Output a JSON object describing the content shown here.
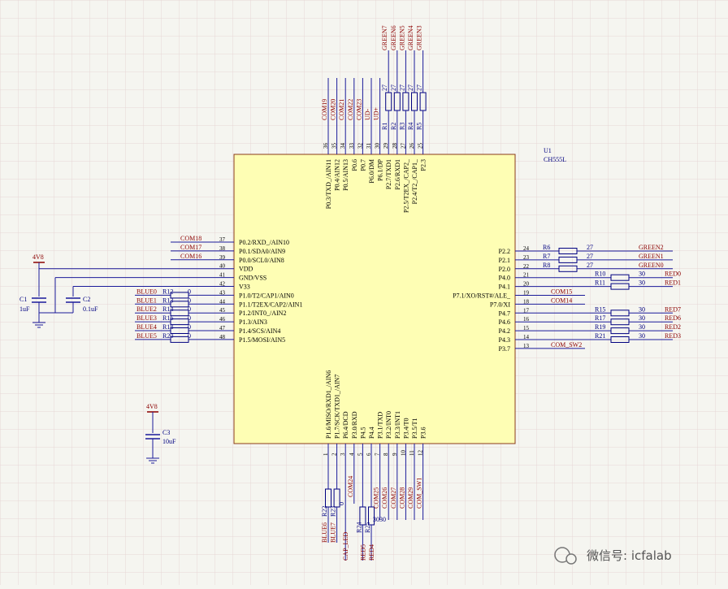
{
  "chip": {
    "ref": "U1",
    "part": "CH555L",
    "body_color": "#fefeb4",
    "left_pins": [
      {
        "num": "37",
        "name": "P0.2/RXD_/AIN10"
      },
      {
        "num": "38",
        "name": "P0.1/SDA0/AIN9"
      },
      {
        "num": "39",
        "name": "P0.0/SCL0/AIN8"
      },
      {
        "num": "40",
        "name": "VDD"
      },
      {
        "num": "41",
        "name": "GND/VSS"
      },
      {
        "num": "42",
        "name": "V33"
      },
      {
        "num": "43",
        "name": "P1.0/T2/CAP1/AIN0"
      },
      {
        "num": "44",
        "name": "P1.1/T2EX/CAP2/AIN1"
      },
      {
        "num": "45",
        "name": "P1.2/INT0_/AIN2"
      },
      {
        "num": "46",
        "name": "P1.3/AIN3"
      },
      {
        "num": "47",
        "name": "P1.4/SCS/AIN4"
      },
      {
        "num": "48",
        "name": "P1.5/MOSI/AIN5"
      }
    ],
    "right_pins": [
      {
        "num": "24",
        "name": "P2.2"
      },
      {
        "num": "23",
        "name": "P2.1"
      },
      {
        "num": "22",
        "name": "P2.0"
      },
      {
        "num": "21",
        "name": "P4.0"
      },
      {
        "num": "20",
        "name": "P4.1"
      },
      {
        "num": "19",
        "name": "P7.1/XO/RST#/ALE_"
      },
      {
        "num": "18",
        "name": "P7.0/XI"
      },
      {
        "num": "17",
        "name": "P4.7"
      },
      {
        "num": "16",
        "name": "P4.6"
      },
      {
        "num": "15",
        "name": "P4.2"
      },
      {
        "num": "14",
        "name": "P4.3"
      },
      {
        "num": "13",
        "name": "P3.7"
      }
    ],
    "top_pins": [
      {
        "num": "36",
        "name": "P0.3/TXD_/AIN11"
      },
      {
        "num": "35",
        "name": "P0.4/AIN12"
      },
      {
        "num": "34",
        "name": "P0.5/AIN13"
      },
      {
        "num": "33",
        "name": "P0.6"
      },
      {
        "num": "32",
        "name": "P0.7"
      },
      {
        "num": "31",
        "name": "P6.0/DM"
      },
      {
        "num": "30",
        "name": "P6.1/DP"
      },
      {
        "num": "29",
        "name": "P2.7/TXD1"
      },
      {
        "num": "28",
        "name": "P2.6/RXD1"
      },
      {
        "num": "27",
        "name": "P2.5/T2EX_/CAP2_"
      },
      {
        "num": "26",
        "name": "P2.4/T2_/CAP1_"
      },
      {
        "num": "25",
        "name": "P2.3"
      }
    ],
    "bottom_pins": [
      {
        "num": "1",
        "name": "P1.6/MISO/RXD1_/AIN6"
      },
      {
        "num": "2",
        "name": "P1.7/SCK/TXD1_/AIN7"
      },
      {
        "num": "3",
        "name": "P6.4/DCD"
      },
      {
        "num": "4",
        "name": "P3.0/RXD"
      },
      {
        "num": "5",
        "name": "P4.5"
      },
      {
        "num": "6",
        "name": "P4.4"
      },
      {
        "num": "7",
        "name": "P3.1/TXD"
      },
      {
        "num": "8",
        "name": "P3.2/INT0"
      },
      {
        "num": "9",
        "name": "P3.3/INT1"
      },
      {
        "num": "10",
        "name": "P3.4/T0"
      },
      {
        "num": "11",
        "name": "P3.5/T1"
      },
      {
        "num": "12",
        "name": "P3.6"
      }
    ]
  },
  "left_nets": [
    "COM18",
    "COM17",
    "COM16"
  ],
  "power_net": "4V8",
  "left_resistors": [
    {
      "net": "BLUE0",
      "ref": "R12",
      "value": "0"
    },
    {
      "net": "BLUE1",
      "ref": "R13",
      "value": "0"
    },
    {
      "net": "BLUE2",
      "ref": "R14",
      "value": "0"
    },
    {
      "net": "BLUE3",
      "ref": "R16",
      "value": "0"
    },
    {
      "net": "BLUE4",
      "ref": "R18",
      "value": "0"
    },
    {
      "net": "BLUE5",
      "ref": "R20",
      "value": "0"
    }
  ],
  "capacitors": [
    {
      "ref": "C1",
      "value": "1uF"
    },
    {
      "ref": "C2",
      "value": "0.1uF"
    },
    {
      "ref": "C3",
      "value": "10uF"
    }
  ],
  "right_rows": [
    {
      "ref": "R6",
      "value": "27",
      "net": "GREEN2"
    },
    {
      "ref": "R7",
      "value": "27",
      "net": "GREEN1"
    },
    {
      "ref": "R8",
      "value": "27",
      "net": "GREEN0"
    },
    {
      "ref": "R10",
      "value": "30",
      "net": "RED0"
    },
    {
      "ref": "R11",
      "value": "30",
      "net": "RED1"
    },
    {
      "ref": "",
      "value": "",
      "net": "COM15"
    },
    {
      "ref": "",
      "value": "",
      "net": "COM14"
    },
    {
      "ref": "R15",
      "value": "30",
      "net": "RED7"
    },
    {
      "ref": "R17",
      "value": "30",
      "net": "RED6"
    },
    {
      "ref": "R19",
      "value": "30",
      "net": "RED2"
    },
    {
      "ref": "R21",
      "value": "30",
      "net": "RED3"
    },
    {
      "ref": "",
      "value": "",
      "net": "COM_SW2"
    }
  ],
  "top_nets": [
    "COM19",
    "COM20",
    "COM21",
    "COM22",
    "COM23",
    "UD-",
    "UD+"
  ],
  "top_resistors": [
    {
      "ref": "R1",
      "value": "27",
      "net": "GREEN7"
    },
    {
      "ref": "R2",
      "value": "27",
      "net": "GREEN6"
    },
    {
      "ref": "R3",
      "value": "27",
      "net": "GREEN5"
    },
    {
      "ref": "R4",
      "value": "27",
      "net": "GREEN4"
    },
    {
      "ref": "R5",
      "value": "27",
      "net": "GREEN3"
    }
  ],
  "bottom": {
    "blue6": {
      "net": "BLUE6",
      "ref": "R22",
      "value": "0"
    },
    "blue7": {
      "net": "BLUE7",
      "ref": "R23",
      "value": "0"
    },
    "cap_led": "CAP_LED",
    "com24": "COM24",
    "red5": {
      "net": "RED5",
      "ref": "R24",
      "value": "30"
    },
    "red4": {
      "net": "RED4",
      "ref": "R25",
      "value": "30"
    },
    "nets": [
      "COM25",
      "COM26",
      "COM27",
      "COM28",
      "COM29",
      "COM_SW1"
    ]
  },
  "watermark": "微信号: icfalab"
}
